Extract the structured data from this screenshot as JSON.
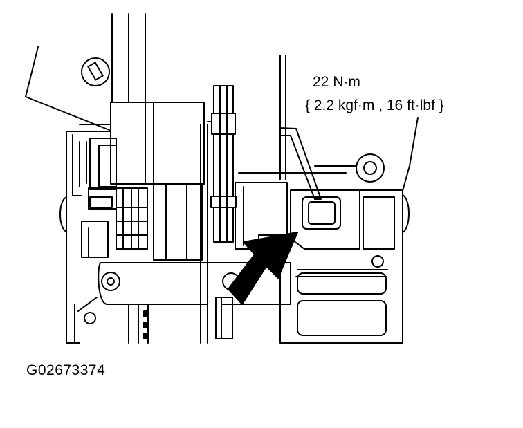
{
  "callout": {
    "torque_line1": "22 N·m",
    "torque_line2": "{ 2.2 kgf·m , 16 ft·lbf }"
  },
  "figure_code": "G02673374",
  "colors": {
    "ink": "#000000",
    "paper": "#ffffff"
  }
}
